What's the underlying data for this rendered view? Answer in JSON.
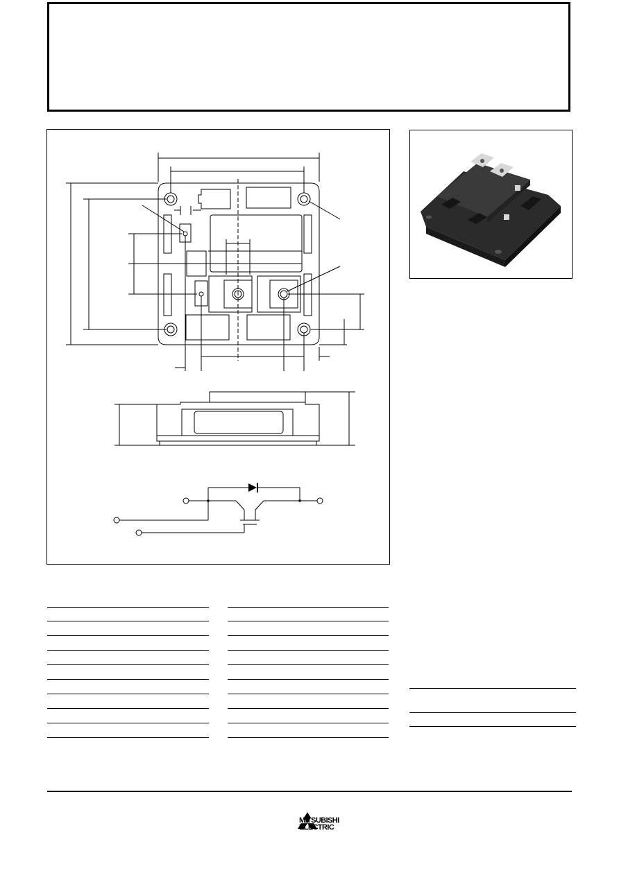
{
  "brand": {
    "company_line1": "MITSUBISHI",
    "company_line2": "ELECTRIC"
  },
  "colors": {
    "ink": "#000000",
    "module_body": "#2b2b2b",
    "module_top": "#3a3a3a",
    "terminal": "#d8d8d8"
  },
  "icons": {
    "logo": "three-diamond-logo-icon",
    "photo": "igbt-module-photo",
    "schematic": "igbt-with-diode-circuit"
  }
}
